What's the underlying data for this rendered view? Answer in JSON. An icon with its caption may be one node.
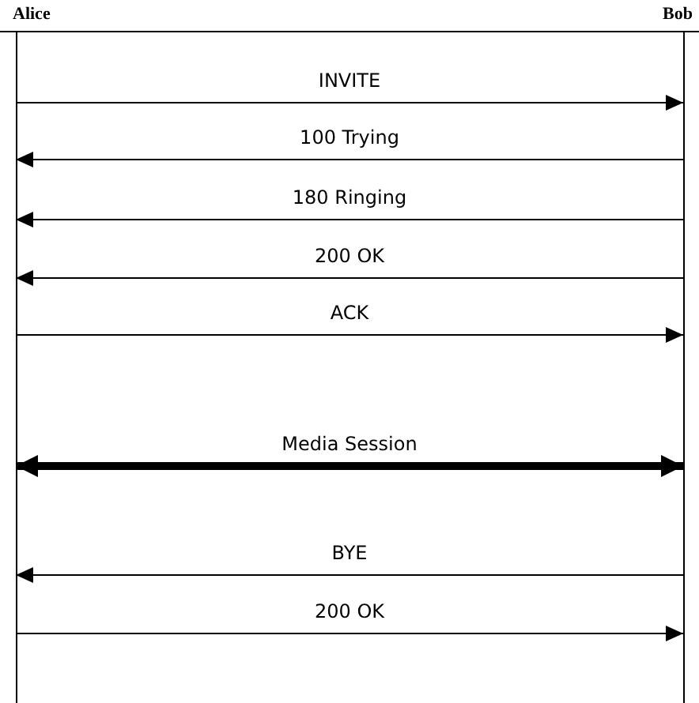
{
  "diagram": {
    "nodes": [
      {
        "text": [
          "Alice"
        ]
      },
      {
        "text": [
          "Bob"
        ]
      }
    ],
    "edges": [
      {
        "from": 0,
        "to": 1,
        "arrow": "to",
        "label": "INVITE"
      },
      {
        "from": 1,
        "to": 0,
        "arrow": "to",
        "label": "100 Trying"
      },
      {
        "from": 1,
        "to": 0,
        "arrow": "to",
        "label": "180 Ringing"
      },
      {
        "from": 1,
        "to": 0,
        "arrow": "to",
        "label": "200 OK"
      },
      {
        "from": 0,
        "to": 1,
        "arrow": "to",
        "label": "ACK"
      },
      {
        "from": 0,
        "to": 1,
        "arrow": "both",
        "label": "Media Session",
        "style": "thick"
      },
      {
        "from": 1,
        "to": 0,
        "arrow": "to",
        "label": "BYE"
      },
      {
        "from": 0,
        "to": 1,
        "arrow": "to",
        "label": "200 OK"
      }
    ]
  }
}
